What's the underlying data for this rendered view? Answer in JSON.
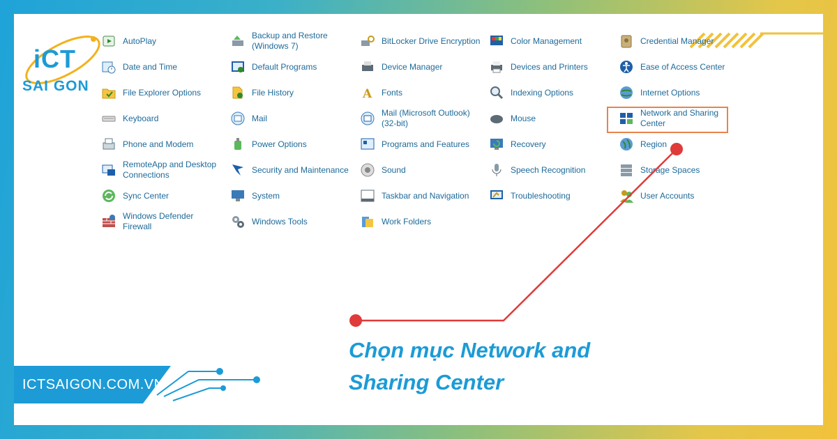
{
  "logo": {
    "line1": "iCT",
    "line2": "SAI GON"
  },
  "columns": [
    [
      {
        "label": "AutoPlay",
        "icon": "autoplay-icon"
      },
      {
        "label": "Date and Time",
        "icon": "calendar-clock-icon"
      },
      {
        "label": "File Explorer Options",
        "icon": "folder-check-icon"
      },
      {
        "label": "Keyboard",
        "icon": "keyboard-icon"
      },
      {
        "label": "Phone and Modem",
        "icon": "fax-icon"
      },
      {
        "label": "RemoteApp and Desktop\nConnections",
        "icon": "remote-desktop-icon"
      },
      {
        "label": "Sync Center",
        "icon": "sync-icon"
      },
      {
        "label": "Windows Defender\nFirewall",
        "icon": "firewall-icon"
      }
    ],
    [
      {
        "label": "Backup and Restore\n(Windows 7)",
        "icon": "backup-icon"
      },
      {
        "label": "Default Programs",
        "icon": "default-programs-icon"
      },
      {
        "label": "File History",
        "icon": "file-history-icon"
      },
      {
        "label": "Mail",
        "icon": "mail-icon"
      },
      {
        "label": "Power Options",
        "icon": "power-icon"
      },
      {
        "label": "Security and Maintenance",
        "icon": "flag-icon"
      },
      {
        "label": "System",
        "icon": "system-monitor-icon"
      },
      {
        "label": "Windows Tools",
        "icon": "gears-icon"
      }
    ],
    [
      {
        "label": "BitLocker Drive Encryption",
        "icon": "key-drive-icon"
      },
      {
        "label": "Device Manager",
        "icon": "printer-device-icon"
      },
      {
        "label": "Fonts",
        "icon": "font-icon"
      },
      {
        "label": "Mail (Microsoft Outlook)\n(32-bit)",
        "icon": "mail-outlook-icon"
      },
      {
        "label": "Programs and Features",
        "icon": "programs-icon"
      },
      {
        "label": "Sound",
        "icon": "speaker-icon"
      },
      {
        "label": "Taskbar and Navigation",
        "icon": "taskbar-icon"
      },
      {
        "label": "Work Folders",
        "icon": "work-folders-icon"
      }
    ],
    [
      {
        "label": "Color Management",
        "icon": "color-management-icon"
      },
      {
        "label": "Devices and Printers",
        "icon": "printer-icon"
      },
      {
        "label": "Indexing Options",
        "icon": "indexing-icon"
      },
      {
        "label": "Mouse",
        "icon": "mouse-icon"
      },
      {
        "label": "Recovery",
        "icon": "recovery-icon"
      },
      {
        "label": "Speech Recognition",
        "icon": "microphone-icon"
      },
      {
        "label": "Troubleshooting",
        "icon": "troubleshoot-icon"
      }
    ],
    [
      {
        "label": "Credential Manager",
        "icon": "credential-icon"
      },
      {
        "label": "Ease of Access Center",
        "icon": "accessibility-icon"
      },
      {
        "label": "Internet Options",
        "icon": "globe-icon"
      },
      {
        "label": "Network and Sharing\nCenter",
        "icon": "network-icon"
      },
      {
        "label": "Region",
        "icon": "region-globe-icon"
      },
      {
        "label": "Storage Spaces",
        "icon": "storage-icon"
      },
      {
        "label": "User Accounts",
        "icon": "users-icon"
      }
    ]
  ],
  "caption": "Chọn mục Network and\nSharing Center",
  "footer": {
    "site": "ICTSAIGON.COM.VN"
  },
  "colors": {
    "accent": "#1c9bd6",
    "link": "#1d6a99",
    "highlight": "#e9834b",
    "pointer": "#e03a3a"
  }
}
